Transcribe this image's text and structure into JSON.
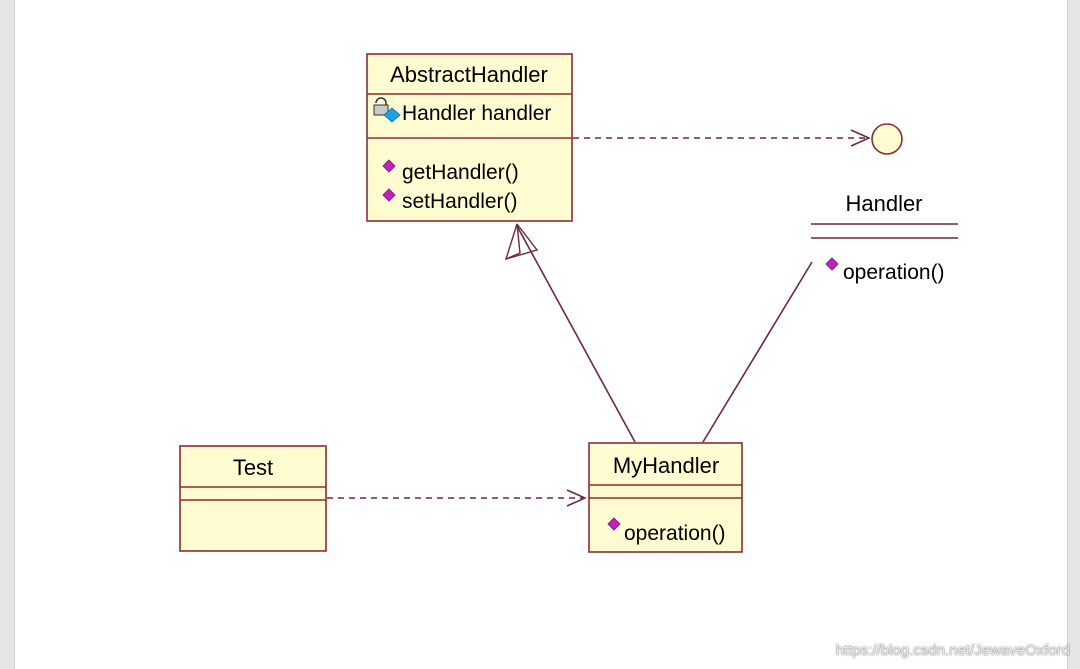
{
  "diagram": {
    "classes": {
      "abstract_handler": {
        "name": "AbstractHandler",
        "attribute": "Handler handler",
        "methods": [
          "getHandler()",
          "setHandler()"
        ]
      },
      "handler": {
        "name": "Handler",
        "methods": [
          "operation()"
        ]
      },
      "test": {
        "name": "Test"
      },
      "my_handler": {
        "name": "MyHandler",
        "methods": [
          "operation()"
        ]
      }
    },
    "relations": [
      {
        "from": "AbstractHandler",
        "to": "Handler",
        "type": "dependency"
      },
      {
        "from": "MyHandler",
        "to": "AbstractHandler",
        "type": "generalization"
      },
      {
        "from": "MyHandler",
        "to": "Handler",
        "type": "realization"
      },
      {
        "from": "Test",
        "to": "MyHandler",
        "type": "dependency"
      }
    ]
  },
  "watermark": "https://blog.csdn.net/JewaveOxford",
  "colors": {
    "class_fill": "#fefcd0",
    "class_border": "#8a2d32",
    "line": "#6b2a3a",
    "interface_fill": "#fefcd0",
    "method_icon": "#c020c0",
    "attribute_icon": "#1fa3e0"
  }
}
